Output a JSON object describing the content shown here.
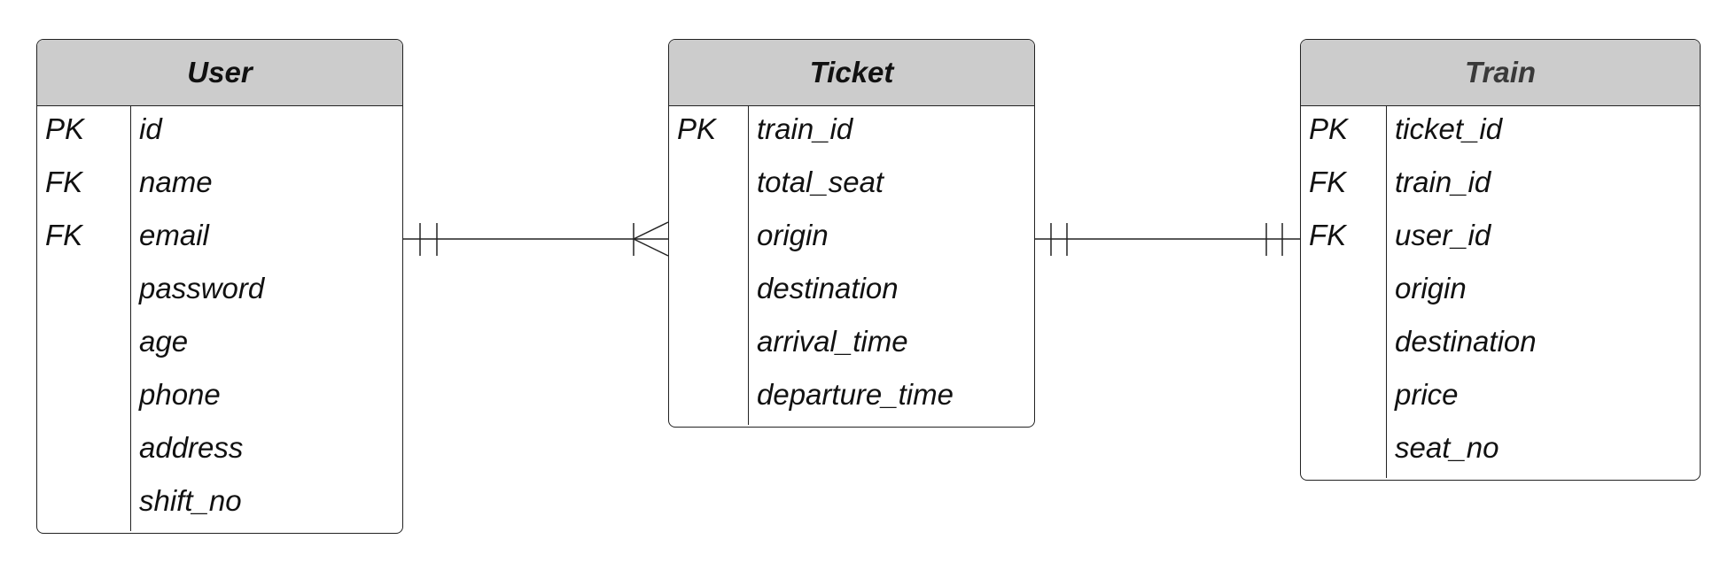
{
  "entities": {
    "user": {
      "title": "User",
      "rows": [
        {
          "key": "PK",
          "field": "id"
        },
        {
          "key": "FK",
          "field": "name"
        },
        {
          "key": "FK",
          "field": "email"
        },
        {
          "key": "",
          "field": "password"
        },
        {
          "key": "",
          "field": "age"
        },
        {
          "key": "",
          "field": "phone"
        },
        {
          "key": "",
          "field": "address"
        },
        {
          "key": "",
          "field": "shift_no"
        }
      ]
    },
    "ticket": {
      "title": "Ticket",
      "rows": [
        {
          "key": "PK",
          "field": "train_id"
        },
        {
          "key": "",
          "field": "total_seat"
        },
        {
          "key": "",
          "field": "origin"
        },
        {
          "key": "",
          "field": "destination"
        },
        {
          "key": "",
          "field": "arrival_time"
        },
        {
          "key": "",
          "field": "departure_time"
        }
      ]
    },
    "train": {
      "title": "Train",
      "rows": [
        {
          "key": "PK",
          "field": "ticket_id"
        },
        {
          "key": "FK",
          "field": "train_id"
        },
        {
          "key": "FK",
          "field": "user_id"
        },
        {
          "key": "",
          "field": "origin"
        },
        {
          "key": "",
          "field": "destination"
        },
        {
          "key": "",
          "field": "price"
        },
        {
          "key": "",
          "field": "seat_no"
        }
      ]
    }
  },
  "relationships": [
    {
      "from": "user",
      "to": "ticket",
      "from_cardinality": "one-and-only-one",
      "to_cardinality": "one-or-many"
    },
    {
      "from": "ticket",
      "to": "train",
      "from_cardinality": "one-and-only-one",
      "to_cardinality": "one-and-only-one"
    }
  ],
  "colors": {
    "header_fill": "#cccccc",
    "border": "#222222",
    "text": "#111111"
  }
}
